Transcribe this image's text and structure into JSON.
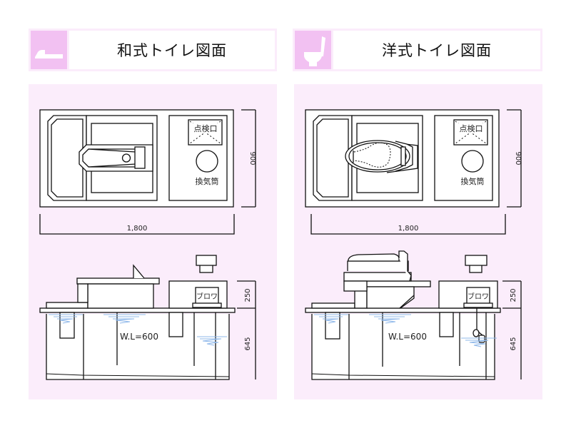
{
  "sections": [
    {
      "id": "japanese",
      "title": "和式トイレ図面",
      "icon": "squat-toilet-icon",
      "plan": {
        "inspection_label": "点検口",
        "vent_label": "換気筒",
        "width_dimension": "1,800",
        "depth_dimension": "900"
      },
      "elevation": {
        "blower_label": "ブロワ",
        "water_level_label": "W.L=600",
        "upper_dimension": "250",
        "lower_dimension": "645"
      }
    },
    {
      "id": "western",
      "title": "洋式トイレ図面",
      "icon": "western-toilet-icon",
      "plan": {
        "inspection_label": "点検口",
        "vent_label": "換気筒",
        "width_dimension": "1,800",
        "depth_dimension": "900"
      },
      "elevation": {
        "blower_label": "ブロワ",
        "water_level_label": "W.L=600",
        "upper_dimension": "250",
        "lower_dimension": "645"
      }
    }
  ],
  "colors": {
    "header_bg": "#fbecfb",
    "icon_bg": "#f2c1f2",
    "panel_bg": "#fbedfb",
    "water": "#8fb8ea",
    "line": "#111111"
  }
}
